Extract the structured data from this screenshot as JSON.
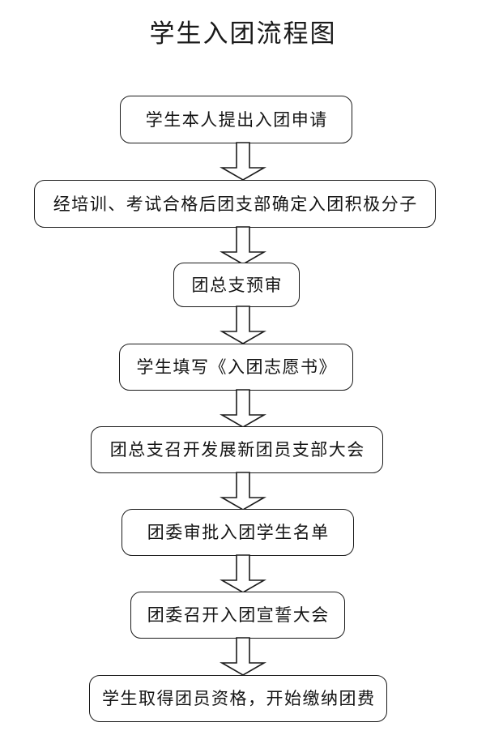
{
  "diagram": {
    "title": "学生入团流程图",
    "type": "flowchart",
    "orientation": "top-to-bottom",
    "background_color": "#ffffff",
    "line_color": "#1b1b1b",
    "text_color": "#141414",
    "node_shape": "rounded-rectangle",
    "connector_style": "hollow-block-arrow",
    "nodes": [
      {
        "id": "step-1",
        "label": "学生本人提出入团申请",
        "order": 1
      },
      {
        "id": "step-2",
        "label": "经培训、考试合格后团支部确定入团积极分子",
        "order": 2
      },
      {
        "id": "step-3",
        "label": "团总支预审",
        "order": 3
      },
      {
        "id": "step-4",
        "label": "学生填写《入团志愿书》",
        "order": 4
      },
      {
        "id": "step-5",
        "label": "团总支召开发展新团员支部大会",
        "order": 5
      },
      {
        "id": "step-6",
        "label": "团委审批入团学生名单",
        "order": 6
      },
      {
        "id": "step-7",
        "label": "团委召开入团宣誓大会",
        "order": 7
      },
      {
        "id": "step-8",
        "label": "学生取得团员资格，开始缴纳团费",
        "order": 8
      }
    ],
    "connectors": [
      {
        "id": "arrow-1",
        "from": "step-1",
        "to": "step-2"
      },
      {
        "id": "arrow-2",
        "from": "step-2",
        "to": "step-3"
      },
      {
        "id": "arrow-3",
        "from": "step-3",
        "to": "step-4"
      },
      {
        "id": "arrow-4",
        "from": "step-4",
        "to": "step-5"
      },
      {
        "id": "arrow-5",
        "from": "step-5",
        "to": "step-6"
      },
      {
        "id": "arrow-6",
        "from": "step-6",
        "to": "step-7"
      },
      {
        "id": "arrow-7",
        "from": "step-7",
        "to": "step-8"
      }
    ]
  }
}
